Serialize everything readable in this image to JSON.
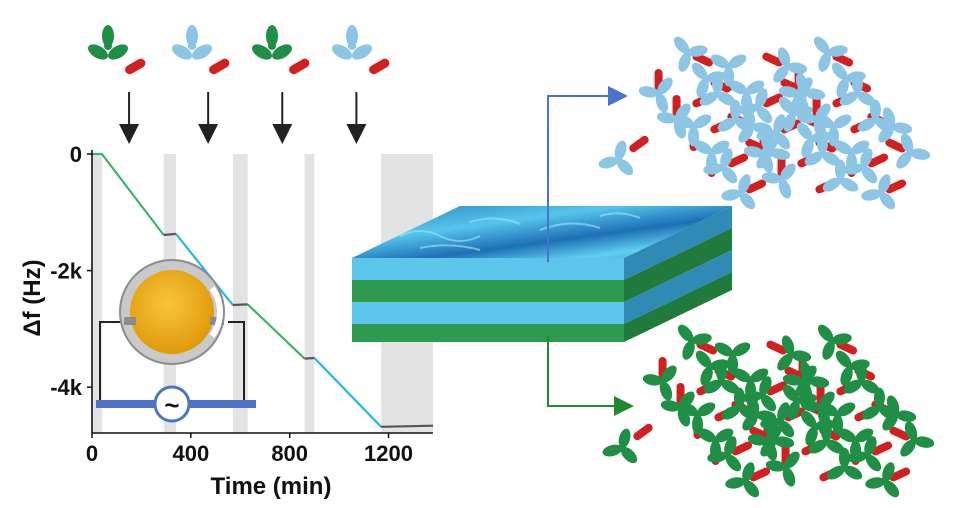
{
  "figure": {
    "colors": {
      "green_building_block": "#1f8f45",
      "blue_building_block": "#8cc6e4",
      "linker": "#d21f1f",
      "segment_green": "#3db36b",
      "segment_blue": "#25b6ea",
      "wash_gray": "#e3e3e3",
      "electrode_gold": "#f0b21a",
      "arrow_blue": "#4a74c8",
      "arrow_green": "#1e8a2e",
      "film_blue": "#5cc6ea",
      "film_green": "#2e9a4e",
      "circuit_bar": "#4f73c6"
    },
    "icons": [
      "arrow-down-icon",
      "trimer-green-icon",
      "trimer-blue-icon",
      "linker-icon",
      "qcm-crystal-icon",
      "ac-source-icon"
    ],
    "circuit": {
      "source_symbol": "~"
    }
  },
  "chart_data": {
    "type": "line",
    "title": "",
    "xlabel": "Time (min)",
    "ylabel": "Δf (Hz)",
    "xlim": [
      0,
      1380
    ],
    "ylim": [
      -4700,
      0
    ],
    "x_ticks": [
      0,
      400,
      800,
      1200
    ],
    "x_tick_labels": [
      "0",
      "400",
      "800",
      "1200"
    ],
    "y_ticks": [
      0,
      -2000,
      -4000
    ],
    "y_tick_labels": [
      "0",
      "-2k",
      "-4k"
    ],
    "wash_intervals": [
      [
        0,
        40
      ],
      [
        290,
        340
      ],
      [
        570,
        630
      ],
      [
        860,
        900
      ],
      [
        1170,
        1380
      ]
    ],
    "addition_times": [
      150,
      470,
      770,
      1070
    ],
    "segments": [
      {
        "color": "green",
        "points": [
          [
            0,
            0
          ],
          [
            40,
            0
          ],
          [
            290,
            -1390
          ]
        ]
      },
      {
        "color": "gray",
        "points": [
          [
            290,
            -1390
          ],
          [
            340,
            -1370
          ]
        ]
      },
      {
        "color": "blue",
        "points": [
          [
            340,
            -1370
          ],
          [
            570,
            -2590
          ]
        ]
      },
      {
        "color": "gray",
        "points": [
          [
            570,
            -2590
          ],
          [
            630,
            -2580
          ]
        ]
      },
      {
        "color": "green",
        "points": [
          [
            630,
            -2580
          ],
          [
            860,
            -3510
          ]
        ]
      },
      {
        "color": "gray",
        "points": [
          [
            860,
            -3510
          ],
          [
            900,
            -3500
          ]
        ]
      },
      {
        "color": "blue",
        "points": [
          [
            900,
            -3500
          ],
          [
            1170,
            -4680
          ]
        ]
      },
      {
        "color": "gray",
        "points": [
          [
            1170,
            -4680
          ],
          [
            1380,
            -4660
          ]
        ]
      }
    ]
  }
}
